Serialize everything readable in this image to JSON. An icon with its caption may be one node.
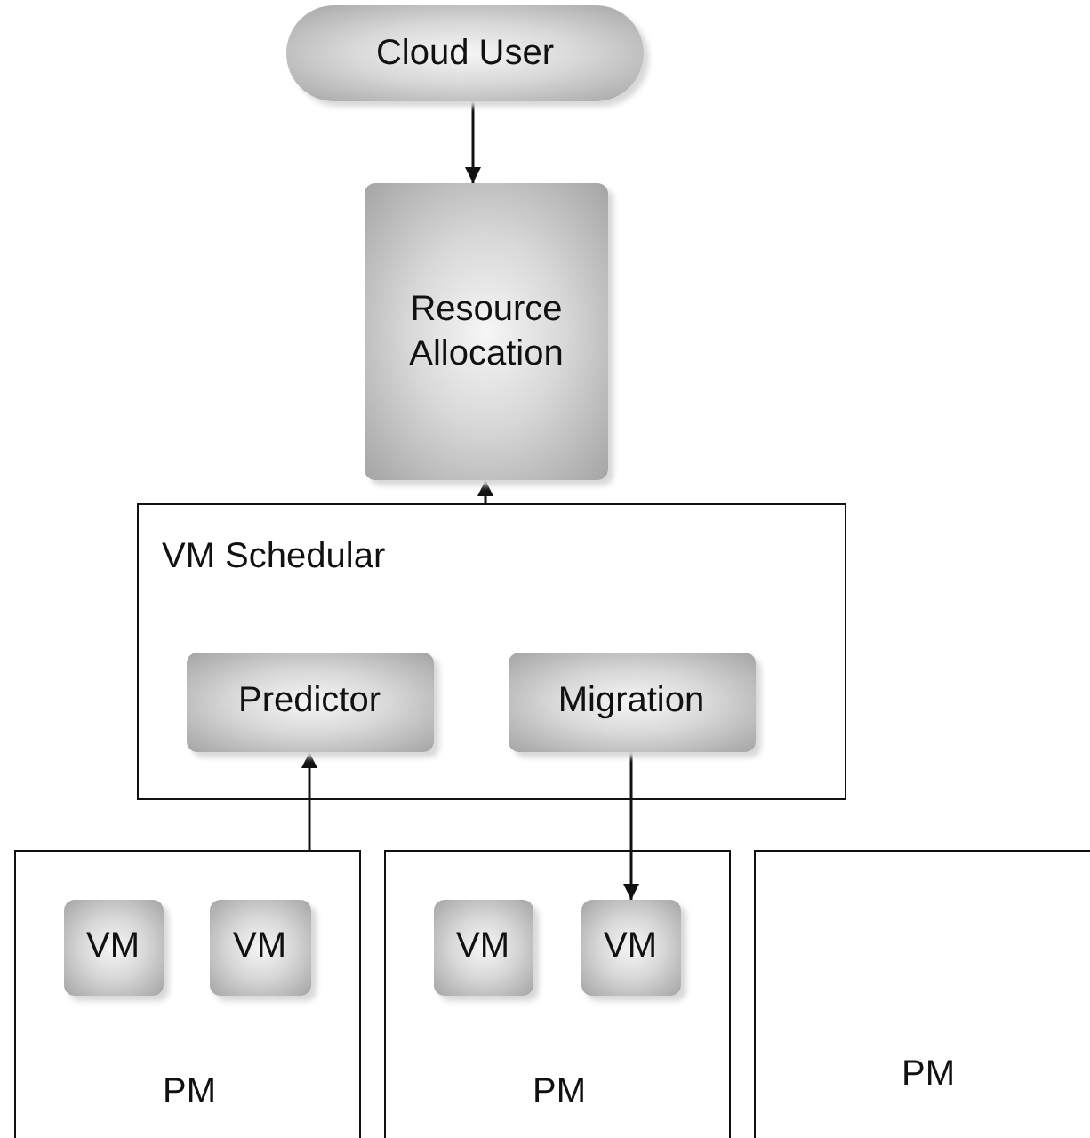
{
  "diagram": {
    "nodes": [
      {
        "text": [
          "Cloud User"
        ]
      },
      {
        "text": [
          "Resource Allocation"
        ]
      },
      {
        "text": [
          "VM Schedular"
        ]
      },
      {
        "text": [
          "Predictor"
        ],
        "in": 2
      },
      {
        "text": [
          "Migration"
        ],
        "in": 2
      },
      {
        "text": [
          "PM"
        ]
      },
      {
        "text": [
          "VM"
        ],
        "in": 5
      },
      {
        "text": [
          "VM"
        ],
        "in": 5
      },
      {
        "text": [
          "PM"
        ]
      },
      {
        "text": [
          "VM"
        ],
        "in": 8
      },
      {
        "text": [
          "VM"
        ],
        "in": 8
      },
      {
        "text": [
          "PM"
        ]
      }
    ],
    "edges": [
      {
        "from": 0,
        "to": 1,
        "arrow": "to"
      },
      {
        "from": 2,
        "to": 1,
        "arrow": "to"
      },
      {
        "from": 5,
        "to": 3,
        "arrow": "to"
      },
      {
        "from": 4,
        "to": 10,
        "arrow": "to"
      }
    ]
  }
}
